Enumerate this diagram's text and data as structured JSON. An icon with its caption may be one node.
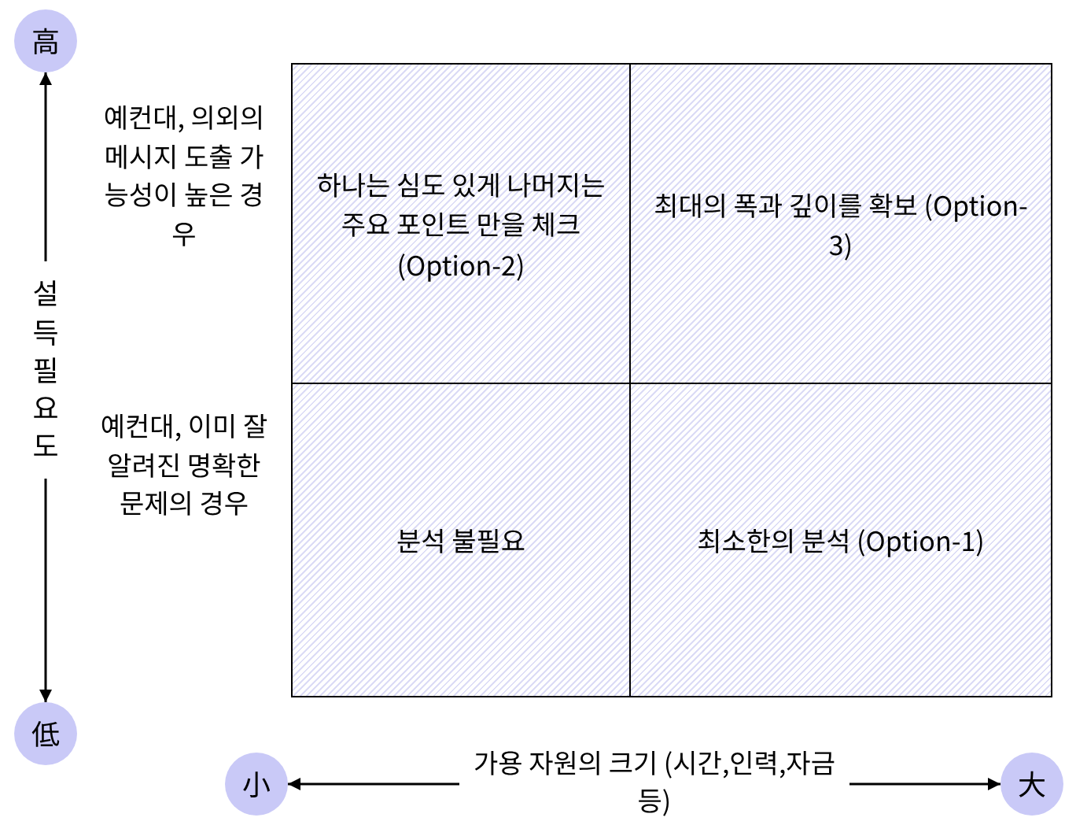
{
  "diagram": {
    "nodes": [
      {
        "text": [
          "高"
        ]
      },
      {
        "text": [
          "低"
        ]
      },
      {
        "text": [
          "설득 필요도"
        ]
      },
      {
        "text": [
          "小"
        ]
      },
      {
        "text": [
          "大"
        ]
      },
      {
        "text": [
          "가용 자원의 크기 (시간,인력,자금 등)"
        ]
      },
      {
        "text": [
          "하나는 심도 있게 나머지는 주요 포인트 만을 체크 (Option-2)"
        ]
      },
      {
        "text": [
          "최대의 폭과 깊이를 확보 (Option-3)"
        ]
      },
      {
        "text": [
          "분석 불필요"
        ]
      },
      {
        "text": [
          "최소한의 분석 (Option-1)"
        ]
      }
    ],
    "edges": [
      {
        "from": 2,
        "to": 0,
        "arrow": "to"
      },
      {
        "from": 2,
        "to": 1,
        "arrow": "to"
      },
      {
        "from": 5,
        "to": 3,
        "arrow": "to"
      },
      {
        "from": 5,
        "to": 4,
        "arrow": "to"
      }
    ],
    "labels": [
      "예컨대, 의외의 메시지 도출 가능성이 높은 경우",
      "예컨대, 이미 잘 알려진 명확한 문제의 경우"
    ]
  }
}
